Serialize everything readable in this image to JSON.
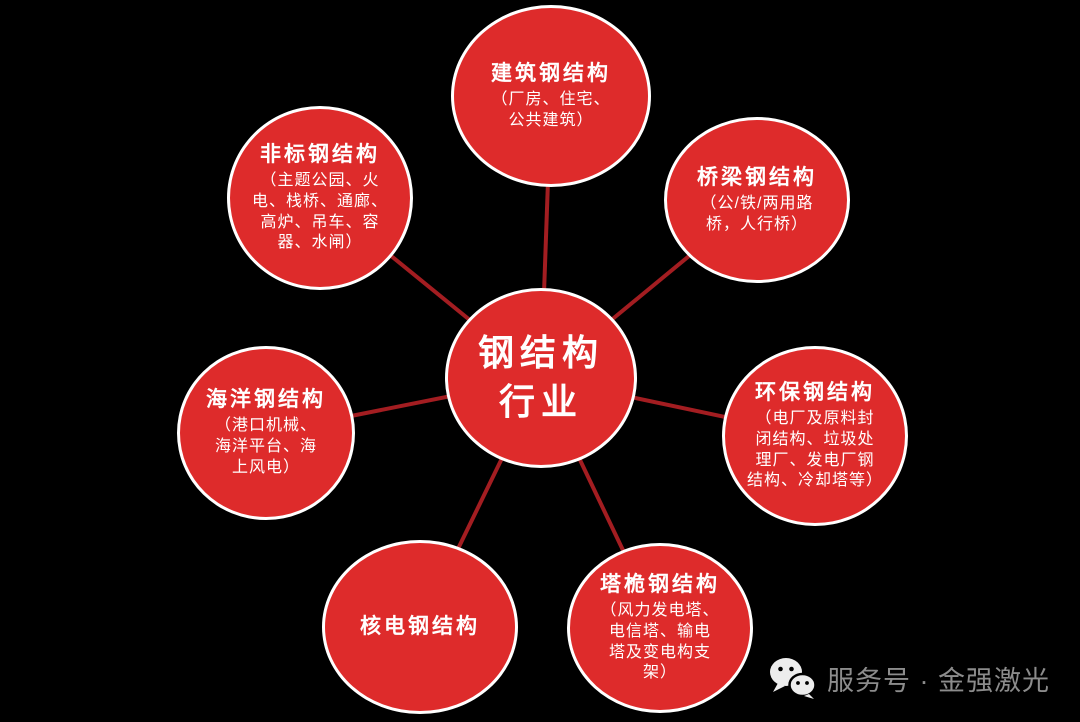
{
  "colors": {
    "background": "#000000",
    "circle_fill": "#de2b2b",
    "circle_border": "#ffffff",
    "connector_line": "#a31d21",
    "node_text": "#ffffff",
    "watermark_text": "#8c8c8c"
  },
  "hub": {
    "title_lines": [
      "钢结构",
      "行业"
    ]
  },
  "nodes": [
    {
      "id": "building",
      "title": "建筑钢结构",
      "subtitle_lines": [
        "（厂房、住宅、",
        "公共建筑）"
      ]
    },
    {
      "id": "bridge",
      "title": "桥梁钢结构",
      "subtitle_lines": [
        "（公/铁/两用路",
        "桥，人行桥）"
      ]
    },
    {
      "id": "environmental",
      "title": "环保钢结构",
      "subtitle_lines": [
        "（电厂及原料封",
        "闭结构、垃圾处",
        "理厂、发电厂钢",
        "结构、冷却塔等）"
      ]
    },
    {
      "id": "tower-mast",
      "title": "塔桅钢结构",
      "subtitle_lines": [
        "（风力发电塔、",
        "电信塔、输电",
        "塔及变电构支",
        "架）"
      ]
    },
    {
      "id": "nuclear",
      "title": "核电钢结构"
    },
    {
      "id": "marine",
      "title": "海洋钢结构",
      "subtitle_lines": [
        "（港口机械、",
        "海洋平台、海",
        "上风电）"
      ]
    },
    {
      "id": "non-standard",
      "title": "非标钢结构",
      "subtitle_lines": [
        "（主题公园、火",
        "电、栈桥、通廊、",
        "高炉、吊车、容",
        "器、水闸）"
      ]
    }
  ],
  "watermark": {
    "icon": "wechat-icon",
    "label": "服务号 · 金强激光"
  }
}
